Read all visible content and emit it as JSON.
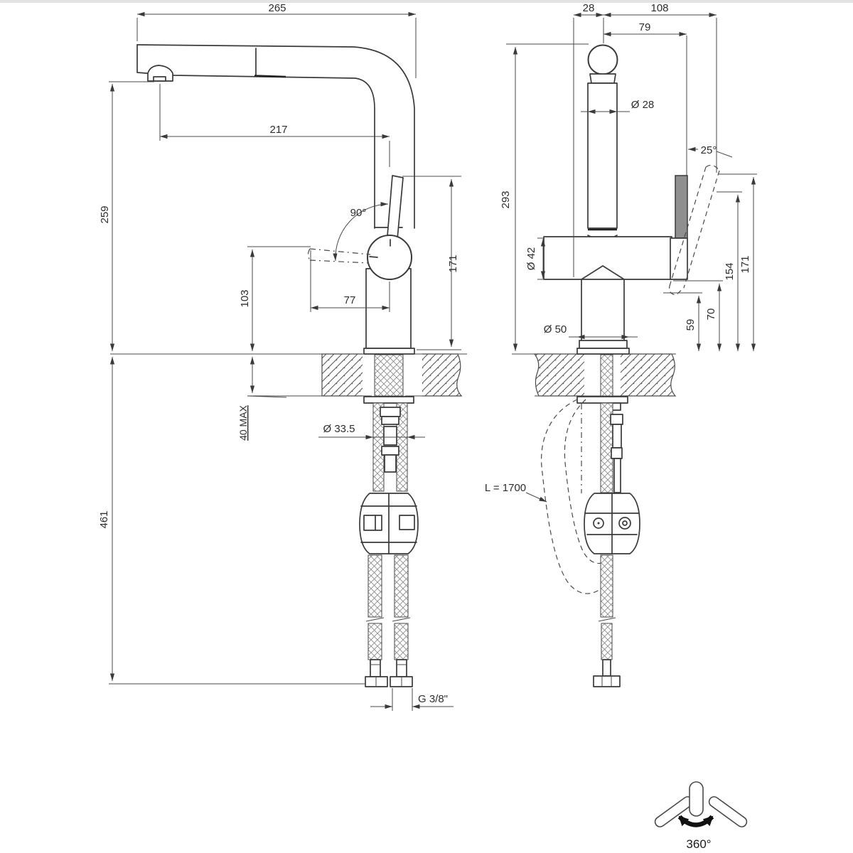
{
  "colors": {
    "line": "#3a3a3a",
    "dimension": "#4a4a4a",
    "text": "#2d2d2d",
    "handle_fill": "#8f8f8f",
    "top_strip": "#e2e2e2",
    "background": "#ffffff"
  },
  "left_view": {
    "overall_reach": "265",
    "spout_reach": "217",
    "spout_height": "259",
    "open_lever_height": "103",
    "lever_offset": "77",
    "open_angle": "90°",
    "body_height": "171",
    "counter_thickness_max": "40 MAX",
    "hole_diameter": "Ø 33.5",
    "under_counter_depth": "461",
    "supply_thread": "G 3/8\""
  },
  "right_view": {
    "rear_offset": "28",
    "lever_reach": "108",
    "lever_pivot_offset": "79",
    "spout_diameter": "Ø 28",
    "total_height": "293",
    "lever_tilt_angle": "25°",
    "body_diameter": "Ø 42",
    "base_diameter": "Ø 50",
    "lever_bottom_height": "59",
    "body_bottom_height": "70",
    "lever_mid_height": "154",
    "lever_tip_height": "171",
    "pullout_hose_length": "L = 1700"
  },
  "rotation_icon": {
    "label": "360°"
  }
}
